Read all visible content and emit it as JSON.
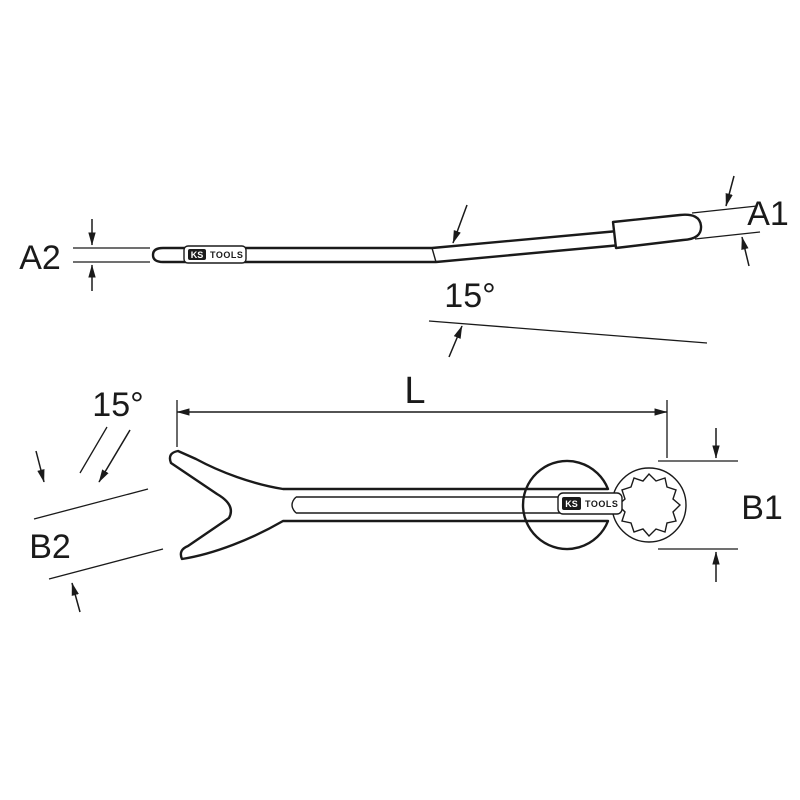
{
  "title": "Combination wrench technical dimension diagram",
  "brand": {
    "ks": "KS",
    "tools": "TOOLS"
  },
  "dimensions": {
    "a1": "A1",
    "a2": "A2",
    "b1": "B1",
    "b2": "B2",
    "length": "L",
    "angle_side": "15°",
    "angle_jaw": "15°"
  },
  "colors": {
    "line": "#1a1a1a",
    "background": "#ffffff"
  }
}
